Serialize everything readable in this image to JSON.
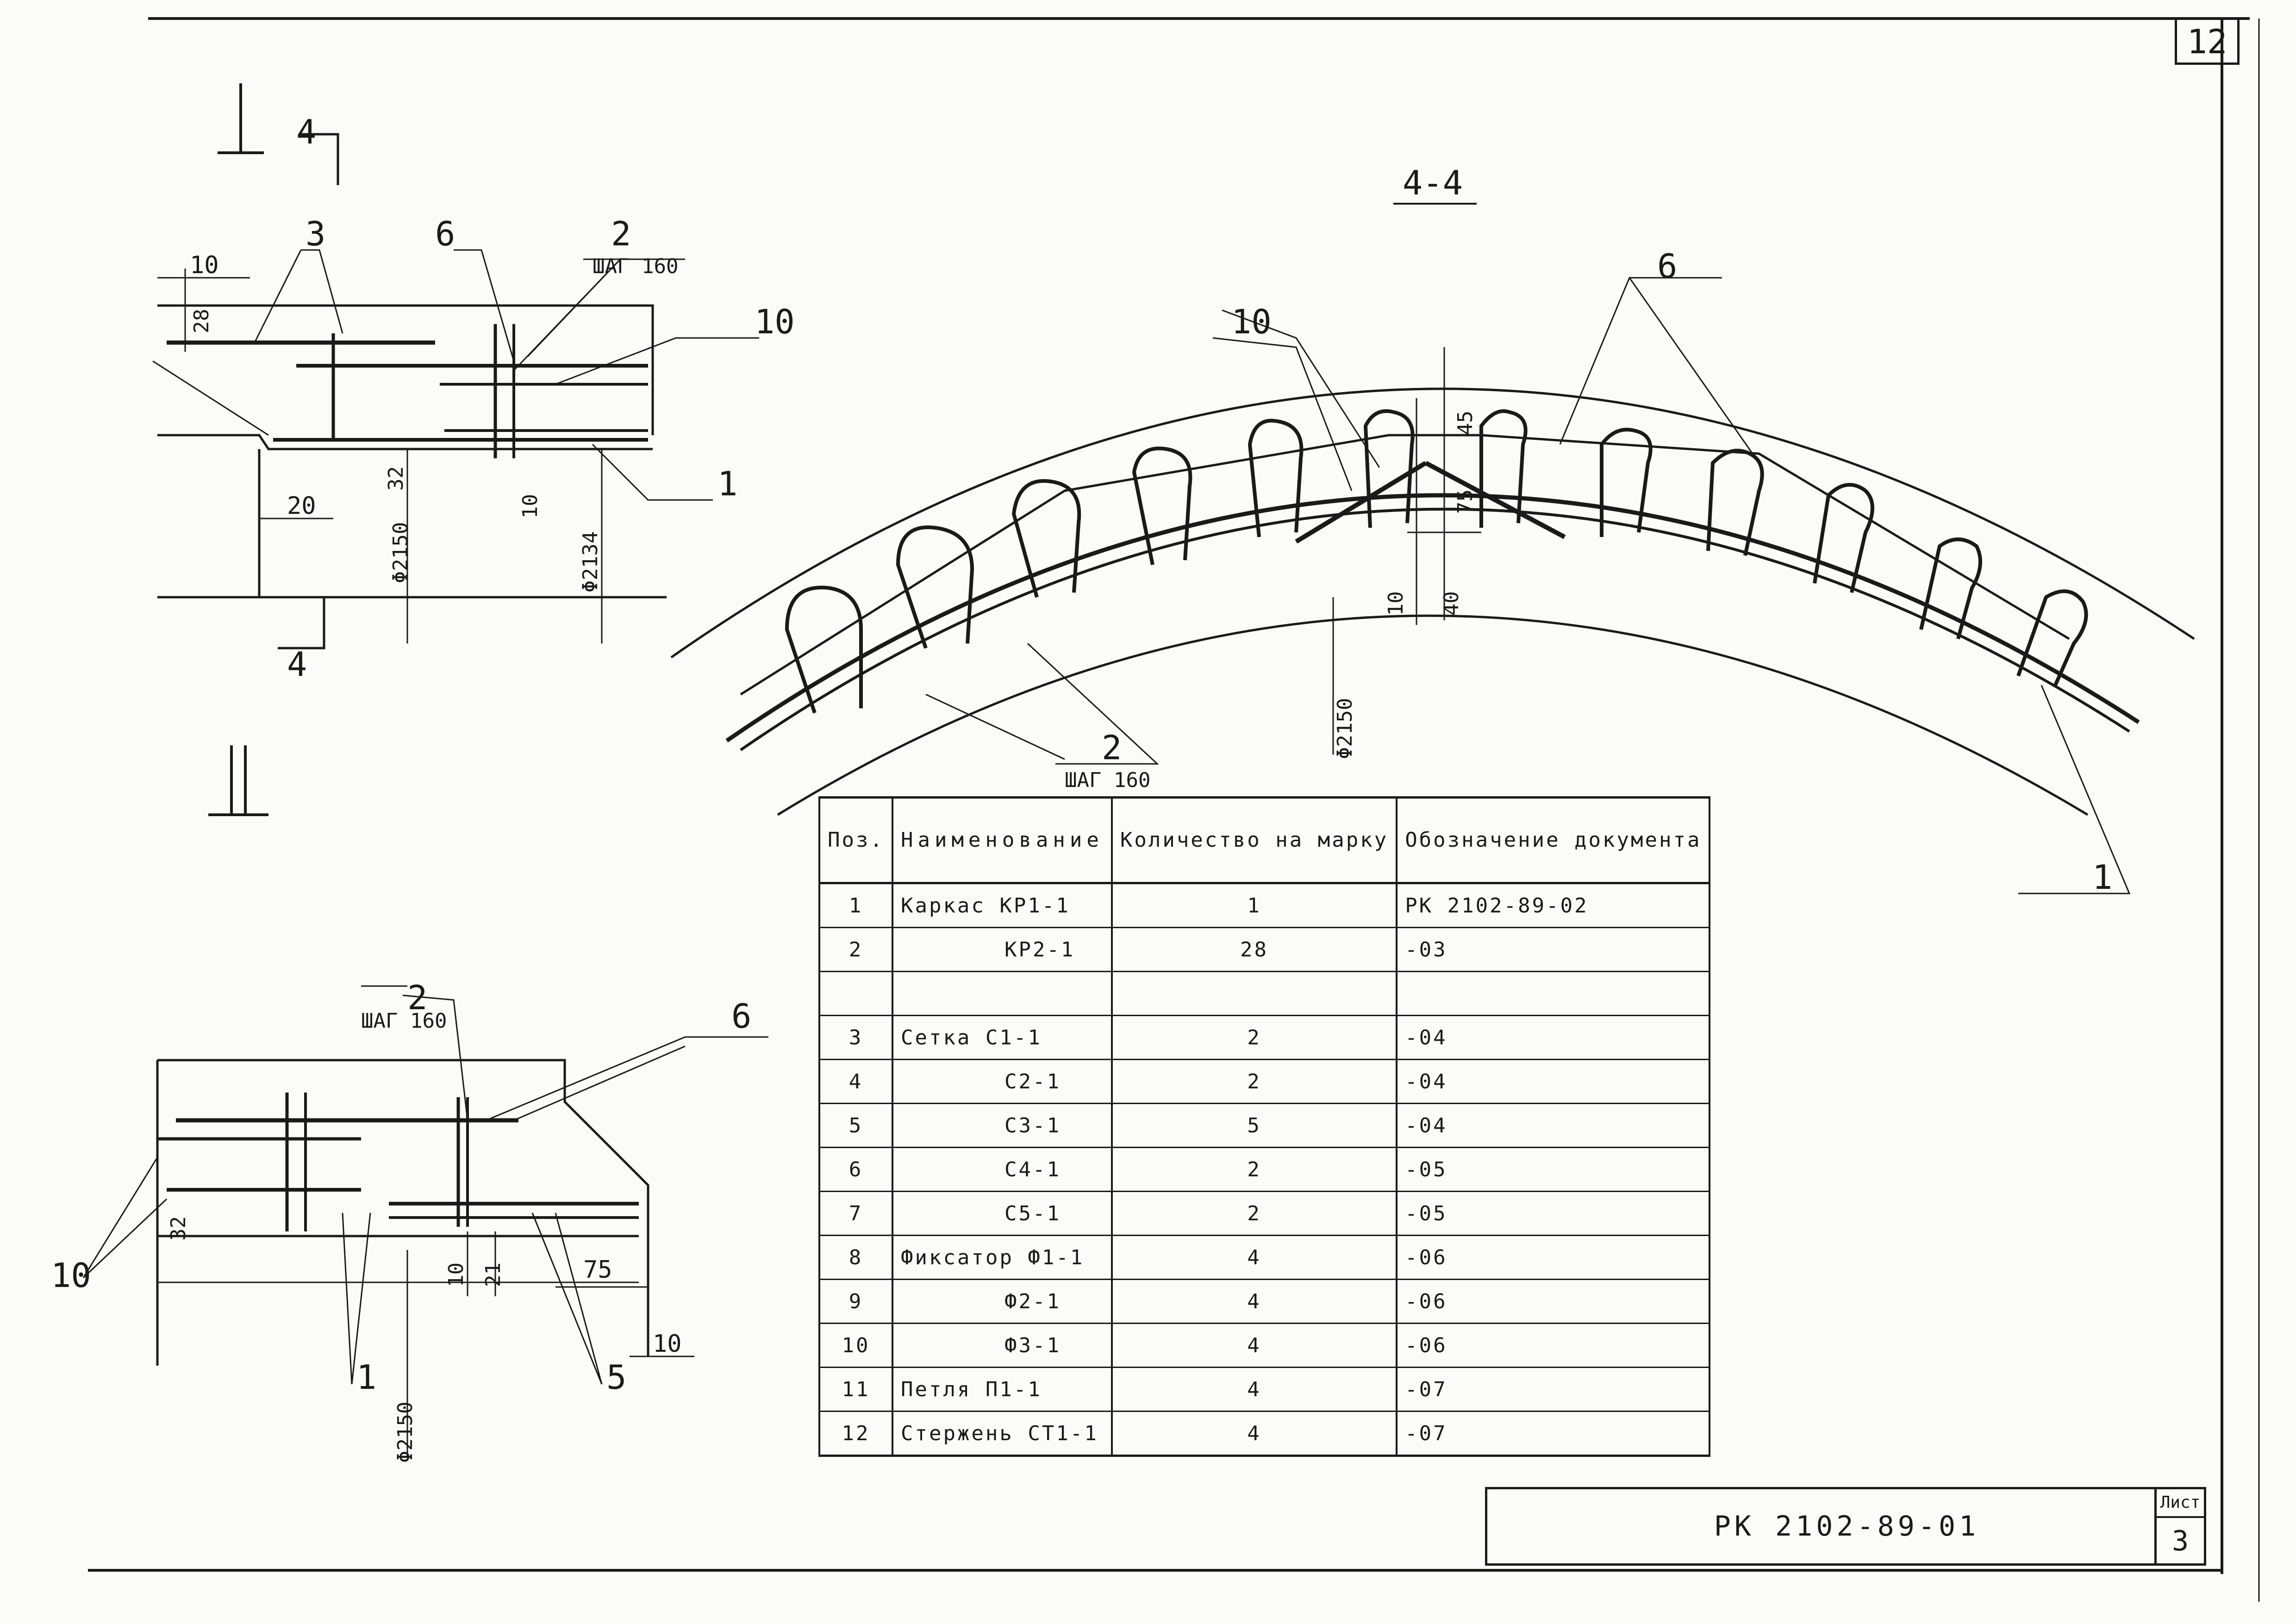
{
  "sheet": {
    "page_number": "12",
    "document_code": "РК 2102-89-01",
    "sheet_label": "Лист",
    "sheet_number": "3"
  },
  "view_labels": {
    "section_I": "I",
    "section_II": "II",
    "section_4_4": "4-4",
    "cut_mark": "4"
  },
  "callouts": {
    "pos1": "1",
    "pos2": "2",
    "pos3": "3",
    "pos5": "5",
    "pos6": "6",
    "pos10": "10",
    "step": "ШАГ 160"
  },
  "dimensions": {
    "d10": "10",
    "d20": "20",
    "d21": "21",
    "d28": "28",
    "d32": "32",
    "d40": "40",
    "d45": "45",
    "d75": "75",
    "dia2150": "Φ2150",
    "dia2134": "Φ2134"
  },
  "table": {
    "headers": {
      "pos": "Поз.",
      "name": "Наименование",
      "qty": "Количество на марку",
      "doc": "Обозначение документа"
    },
    "rows": [
      {
        "pos": "1",
        "name": "Каркас КР1-1",
        "qty": "1",
        "doc": "РК 2102-89-02"
      },
      {
        "pos": "2",
        "name": "КР2-1",
        "qty": "28",
        "doc": "-03"
      },
      {
        "pos": "",
        "name": "",
        "qty": "",
        "doc": ""
      },
      {
        "pos": "3",
        "name": "Сетка С1-1",
        "qty": "2",
        "doc": "-04"
      },
      {
        "pos": "4",
        "name": "С2-1",
        "qty": "2",
        "doc": "-04"
      },
      {
        "pos": "5",
        "name": "С3-1",
        "qty": "5",
        "doc": "-04"
      },
      {
        "pos": "6",
        "name": "С4-1",
        "qty": "2",
        "doc": "-05"
      },
      {
        "pos": "7",
        "name": "С5-1",
        "qty": "2",
        "doc": "-05"
      },
      {
        "pos": "8",
        "name": "Фиксатор Ф1-1",
        "qty": "4",
        "doc": "-06"
      },
      {
        "pos": "9",
        "name": "Ф2-1",
        "qty": "4",
        "doc": "-06"
      },
      {
        "pos": "10",
        "name": "Ф3-1",
        "qty": "4",
        "doc": "-06"
      },
      {
        "pos": "11",
        "name": "Петля П1-1",
        "qty": "4",
        "doc": "-07"
      },
      {
        "pos": "12",
        "name": "Стержень СТ1-1",
        "qty": "4",
        "doc": "-07"
      }
    ]
  }
}
